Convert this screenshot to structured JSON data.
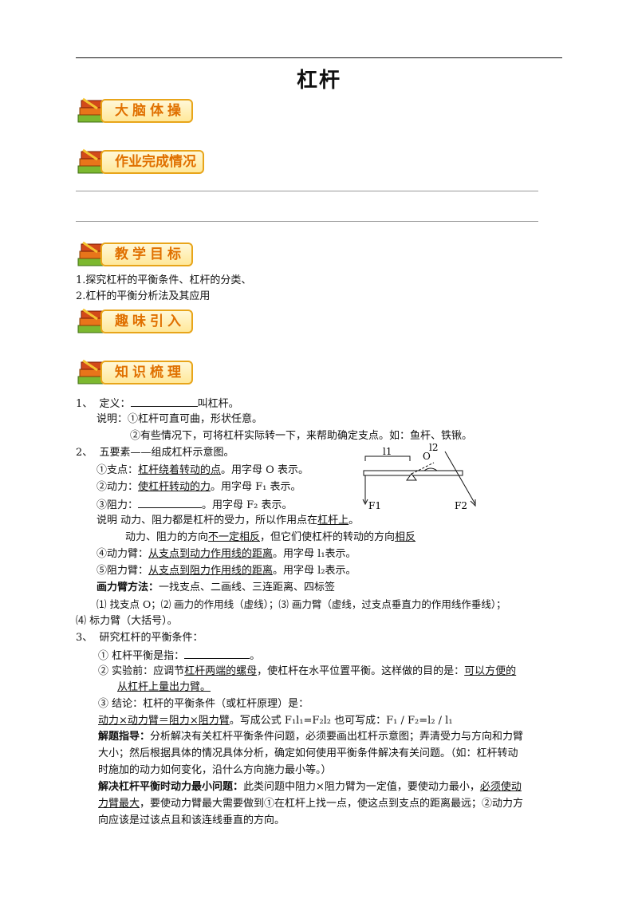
{
  "title": "杠杆",
  "sections": {
    "warmup": "大脑体操",
    "homework": "作业完成情况",
    "goals": "教学目标",
    "intro": "趣味引入",
    "knowledge": "知识梳理"
  },
  "goals": {
    "item1": "1.探究杠杆的平衡条件、杠杆的分类、",
    "item2": "2.杠杆的平衡分析法及其应用"
  },
  "definition": {
    "num": "1、",
    "label": "定义：",
    "suffix": "叫杠杆。",
    "note_label": "说明：",
    "note1": "①杠杆可直可曲，形状任意。",
    "note2": "②有些情况下，可将杠杆实际转一下，来帮助确定支点。如：鱼杆、铁锹。"
  },
  "elements": {
    "num": "2、",
    "heading": "五要素——组成杠杆示意图。",
    "fulcrum_pre": "①支点：",
    "fulcrum_u": "杠杆绕着转动的点",
    "fulcrum_post": "。用字母 O 表示。",
    "effort_pre": "②动力：",
    "effort_u": "使杠杆转动的力",
    "effort_post": "。用字母 F₁ 表示。",
    "load_pre": "③阻力：",
    "load_post": "。用字母 F₂ 表示。",
    "note_a_pre": "说明  动力、阻力都是杠杆的受力，所以作用点在",
    "note_a_u": "杠杆上",
    "note_a_post": "。",
    "note_b_pre": "动力、阻力的方向",
    "note_b_u1": "不一定相反",
    "note_b_mid": "，但它们使杠杆的转动的方向",
    "note_b_u2": "相反",
    "effort_arm_pre": "④动力臂：",
    "effort_arm_u": "从支点到动力作用线的距离",
    "effort_arm_post": "。用字母 l₁表示。",
    "load_arm_pre": "⑤阻力臂：",
    "load_arm_u": "从支点到阻力作用线的距离",
    "load_arm_post": "。用字母 l₂表示。",
    "method_label": "画力臂方法：",
    "method_text": "一找支点、二画线、三连距离、四标签",
    "method_steps": "⑴ 找支点 O；⑵ 画力的作用线（虚线）；⑶ 画力臂（虚线，过支点垂直力的作用线作垂线）；",
    "method_step4": "⑷ 标力臂（大括号）。"
  },
  "diagram": {
    "l1": "l1",
    "l2": "l2",
    "o": "O",
    "f1": "F1",
    "f2": "F2"
  },
  "balance": {
    "num": "3、",
    "heading": "研究杠杆的平衡条件：",
    "i1_pre": "①  杠杆平衡是指：",
    "i1_post": "。",
    "i2_pre": "②  实验前：应调节",
    "i2_u1": "杠杆两端的螺母",
    "i2_mid": "，使杠杆在水平位置平衡。这样做的目的是：",
    "i2_u2": "可以方便的",
    "i2_u3": "从杠杆上量出力臂。",
    "i3": "③  结论：杠杆的平衡条件（或杠杆原理）是：",
    "formula_u": "动力×动力臂＝阻力×阻力臂",
    "formula_post": "。写成公式 F₁l₁=F₂l₂ 也可写成：F₁ / F₂=l₂ / l₁",
    "guide_label": "解题指导：",
    "guide_1": "分析解决有关杠杆平衡条件问题，必须要画出杠杆示意图；弄清受力与方向和力臂",
    "guide_2": "大小；然后根据具体的情况具体分析，确定如何使用平衡条件解决有关问题。（如：杠杆转动",
    "guide_3": "时施加的动力如何变化，沿什么方向施力最小等。）",
    "min_label": "解决杠杆平衡时动力最小问题：",
    "min_1a": "此类问题中阻力×阻力臂为一定值，要使动力最小，",
    "min_1u": "必须使动",
    "min_2u": "力臂最大",
    "min_2b": "，要使动力臂最大需要做到①在杠杆上找一点，使这点到支点的距离最远；②动力方",
    "min_3": "向应该是过该点且和该连线垂直的方向。"
  }
}
